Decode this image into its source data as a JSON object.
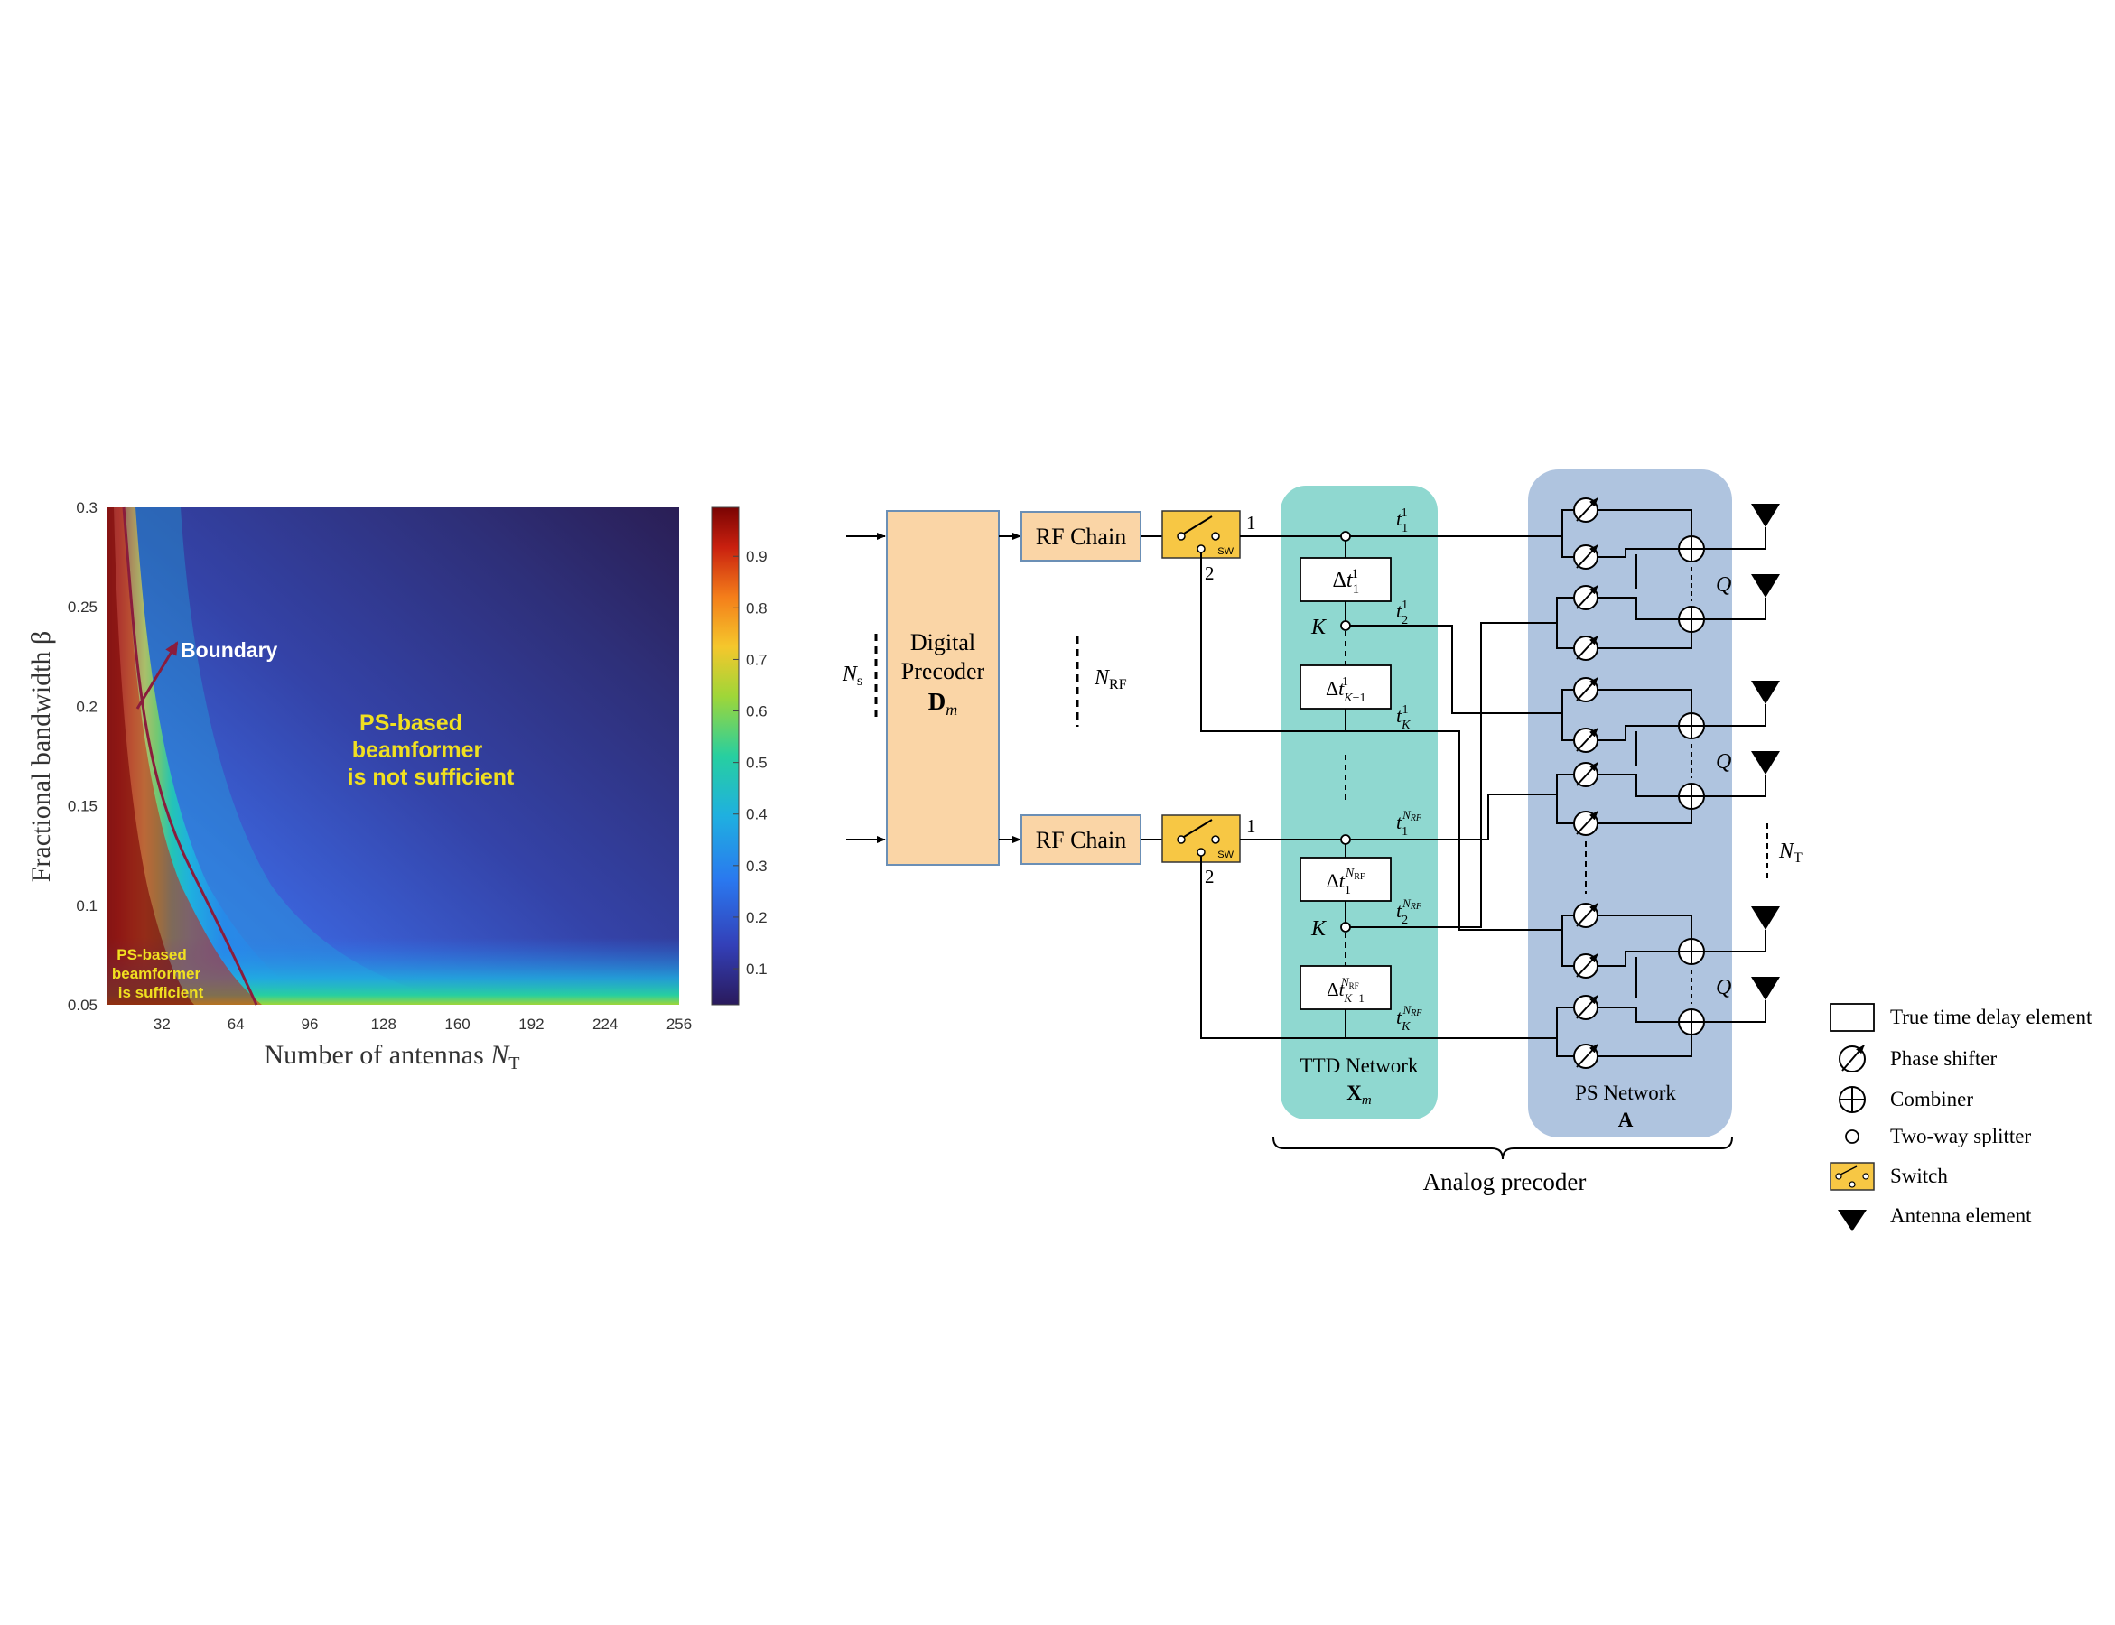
{
  "heatmap": {
    "ylabel": "Fractional bandwidth β",
    "xlabel_text": "Number of antennas ",
    "xlabel_sym": "N",
    "xlabel_sub": "T",
    "xticks": [
      "32",
      "64",
      "96",
      "128",
      "160",
      "192",
      "224",
      "256"
    ],
    "yticks": [
      "0.05",
      "0.1",
      "0.15",
      "0.2",
      "0.25",
      "0.3"
    ],
    "colorbar_ticks": [
      "0.1",
      "0.2",
      "0.3",
      "0.4",
      "0.5",
      "0.6",
      "0.7",
      "0.8",
      "0.9"
    ],
    "annotations": {
      "boundary": "Boundary",
      "not_sufficient": [
        "PS-based",
        "beamformer",
        "is not sufficient"
      ],
      "sufficient": [
        "PS-based",
        "beamformer",
        "is sufficient"
      ]
    },
    "colors": {
      "annotation_yellow": "#f0e020",
      "boundary_line": "#8a1c3c"
    }
  },
  "diagram": {
    "digital_precoder": [
      "Digital",
      "Precoder"
    ],
    "digital_precoder_sym": "D",
    "digital_precoder_sub": "m",
    "rf_chain": "RF Chain",
    "ns": "N",
    "ns_sub": "s",
    "nrf": "N",
    "nrf_sub": "RF",
    "nt": "N",
    "nt_sub": "T",
    "switch_tag": "SW",
    "port1": "1",
    "port2": "2",
    "k_label": "K",
    "q_label": "Q",
    "ttd_network": "TTD Network",
    "ttd_sym": "X",
    "ttd_sub": "m",
    "ps_network": "PS Network",
    "ps_sym": "A",
    "analog_precoder": "Analog precoder",
    "colors": {
      "ttd_bg": "#8fd8d0",
      "ps_bg": "#afc4df",
      "digital_bg": "#fad5a6",
      "switch_bg": "#f7c744"
    }
  },
  "legend": [
    {
      "icon": "ttd-element-icon",
      "label": "True time delay element"
    },
    {
      "icon": "phase-shifter-icon",
      "label": "Phase shifter"
    },
    {
      "icon": "combiner-icon",
      "label": "Combiner"
    },
    {
      "icon": "splitter-icon",
      "label": "Two-way splitter"
    },
    {
      "icon": "switch-icon",
      "label": "Switch"
    },
    {
      "icon": "antenna-icon",
      "label": "Antenna element"
    }
  ]
}
